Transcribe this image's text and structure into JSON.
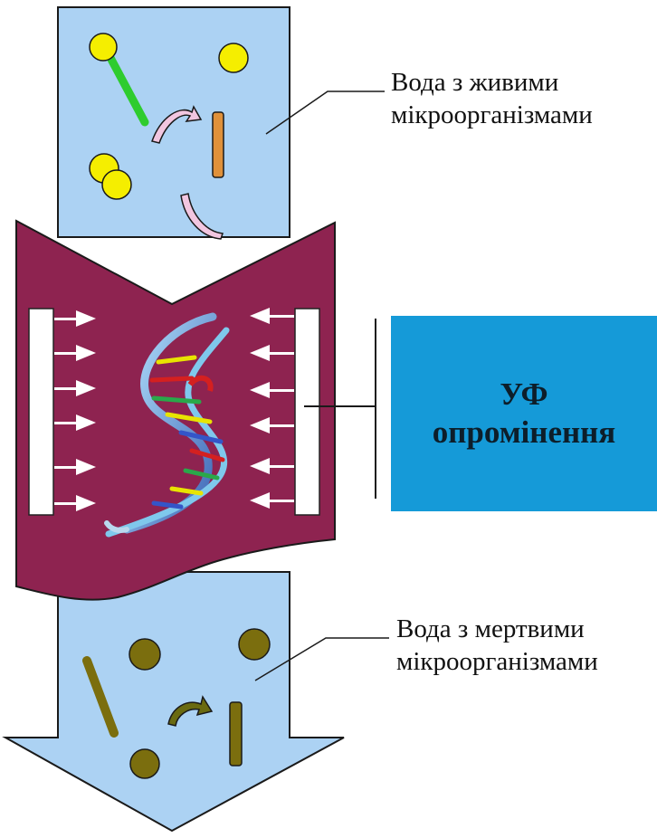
{
  "labels": {
    "top_line1": "Вода з живими",
    "top_line2": "мікроорганізмами",
    "bottom_line1": "Вода з мертвими",
    "bottom_line2": "мікроорганізмами"
  },
  "uv_box": {
    "line1": "УФ",
    "line2": "опромінення"
  },
  "colors": {
    "water": "#acd2f3",
    "chamber": "#8e2350",
    "uv_box": "#159ad8",
    "live_cell": "#f5ee00",
    "live_rod_green": "#2ecc2e",
    "live_rod_orange": "#e0913a",
    "dead_cell": "#7b6e0e"
  },
  "icons": {
    "dna": "dna-double-helix-icon",
    "uv_lamp": "uv-lamp-icon",
    "arrow": "arrow-right-icon"
  }
}
